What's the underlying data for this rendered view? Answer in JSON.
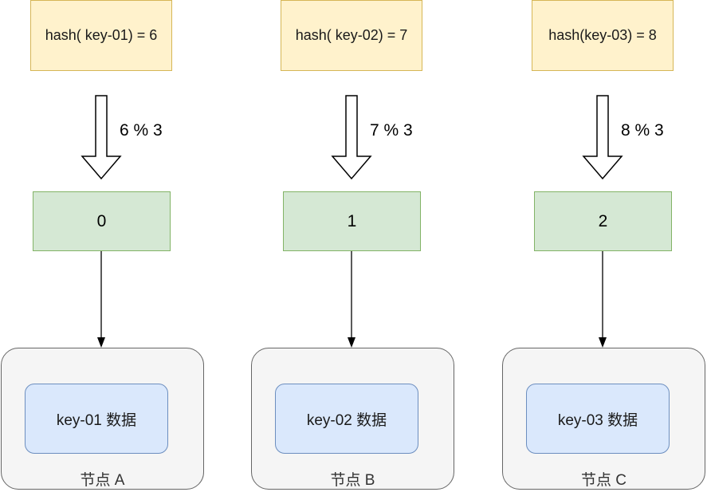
{
  "colors": {
    "hash_fill": "#fff2cc",
    "hash_border": "#d6b656",
    "index_fill": "#d5e8d4",
    "index_border": "#82b366",
    "node_fill": "#f5f5f5",
    "node_border": "#666666",
    "data_fill": "#dae8fc",
    "data_border": "#6c8ebf"
  },
  "columns": [
    {
      "hash": "hash( key-01) = 6",
      "modulo": "6 % 3",
      "index": "0",
      "data": "key-01 数据",
      "node": "节点 A"
    },
    {
      "hash": "hash( key-02) = 7",
      "modulo": "7 % 3",
      "index": "1",
      "data": "key-02 数据",
      "node": "节点 B"
    },
    {
      "hash": "hash(key-03) = 8",
      "modulo": "8 % 3",
      "index": "2",
      "data": "key-03 数据",
      "node": "节点 C"
    }
  ]
}
